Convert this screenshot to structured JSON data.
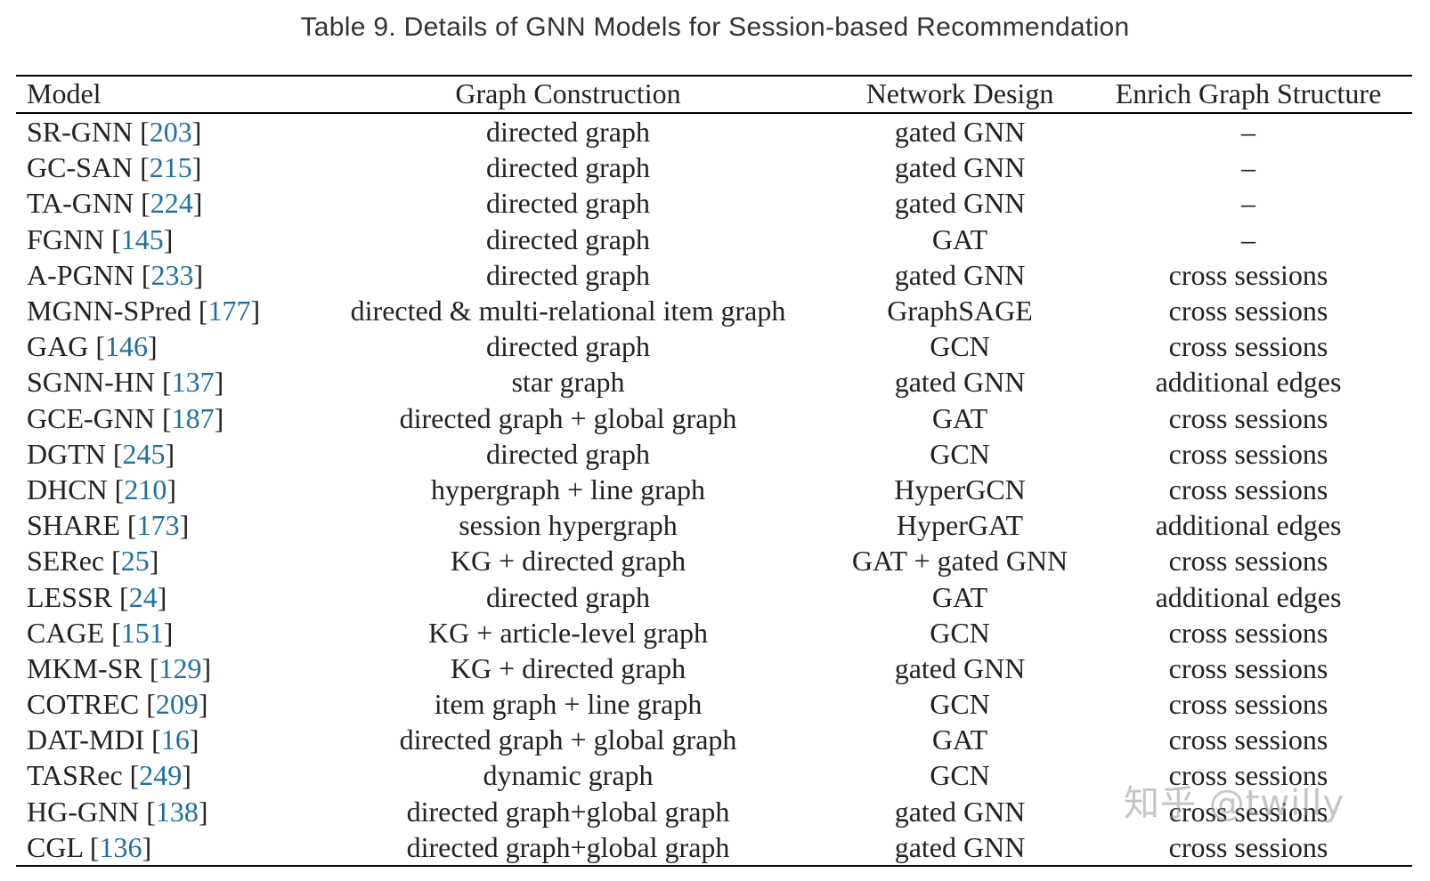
{
  "caption": "Table 9.  Details of GNN Models for Session-based Recommendation",
  "columns": [
    "Model",
    "Graph Construction",
    "Network Design",
    "Enrich Graph Structure"
  ],
  "rows": [
    {
      "model": "SR-GNN",
      "ref": "203",
      "graph": "directed graph",
      "network": "gated GNN",
      "enrich": "–"
    },
    {
      "model": "GC-SAN",
      "ref": "215",
      "graph": "directed graph",
      "network": "gated GNN",
      "enrich": "–"
    },
    {
      "model": "TA-GNN",
      "ref": "224",
      "graph": "directed graph",
      "network": "gated GNN",
      "enrich": "–"
    },
    {
      "model": "FGNN",
      "ref": "145",
      "graph": "directed graph",
      "network": "GAT",
      "enrich": "–"
    },
    {
      "model": "A-PGNN",
      "ref": "233",
      "graph": "directed graph",
      "network": "gated GNN",
      "enrich": "cross sessions"
    },
    {
      "model": "MGNN-SPred",
      "ref": "177",
      "graph": "directed & multi-relational item graph",
      "network": "GraphSAGE",
      "enrich": "cross sessions"
    },
    {
      "model": "GAG",
      "ref": "146",
      "graph": "directed graph",
      "network": "GCN",
      "enrich": "cross sessions"
    },
    {
      "model": "SGNN-HN",
      "ref": "137",
      "graph": "star graph",
      "network": "gated GNN",
      "enrich": "additional edges"
    },
    {
      "model": "GCE-GNN",
      "ref": "187",
      "graph": "directed graph + global graph",
      "network": "GAT",
      "enrich": "cross sessions"
    },
    {
      "model": "DGTN",
      "ref": "245",
      "graph": "directed graph",
      "network": "GCN",
      "enrich": "cross sessions"
    },
    {
      "model": "DHCN",
      "ref": "210",
      "graph": "hypergraph + line graph",
      "network": "HyperGCN",
      "enrich": "cross sessions"
    },
    {
      "model": "SHARE",
      "ref": "173",
      "graph": "session hypergraph",
      "network": "HyperGAT",
      "enrich": "additional edges"
    },
    {
      "model": "SERec",
      "ref": "25",
      "graph": "KG + directed graph",
      "network": "GAT + gated GNN",
      "enrich": "cross sessions"
    },
    {
      "model": "LESSR",
      "ref": "24",
      "graph": "directed graph",
      "network": "GAT",
      "enrich": "additional edges"
    },
    {
      "model": "CAGE",
      "ref": "151",
      "graph": "KG + article-level graph",
      "network": "GCN",
      "enrich": "cross sessions"
    },
    {
      "model": "MKM-SR",
      "ref": "129",
      "graph": "KG + directed graph",
      "network": "gated GNN",
      "enrich": "cross sessions"
    },
    {
      "model": "COTREC",
      "ref": "209",
      "graph": "item graph + line graph",
      "network": "GCN",
      "enrich": "cross sessions"
    },
    {
      "model": "DAT-MDI",
      "ref": "16",
      "graph": "directed graph + global graph",
      "network": "GAT",
      "enrich": "cross sessions"
    },
    {
      "model": "TASRec",
      "ref": "249",
      "graph": "dynamic graph",
      "network": "GCN",
      "enrich": "cross sessions"
    },
    {
      "model": "HG-GNN",
      "ref": "138",
      "graph": "directed graph+global graph",
      "network": "gated GNN",
      "enrich": "cross sessions"
    },
    {
      "model": "CGL",
      "ref": "136",
      "graph": "directed graph+global graph",
      "network": "gated GNN",
      "enrich": "cross sessions"
    }
  ],
  "watermark": "知乎 @twilly",
  "colors": {
    "reference_link": "#1f6f9f",
    "text": "#222222",
    "rule": "#000000"
  }
}
